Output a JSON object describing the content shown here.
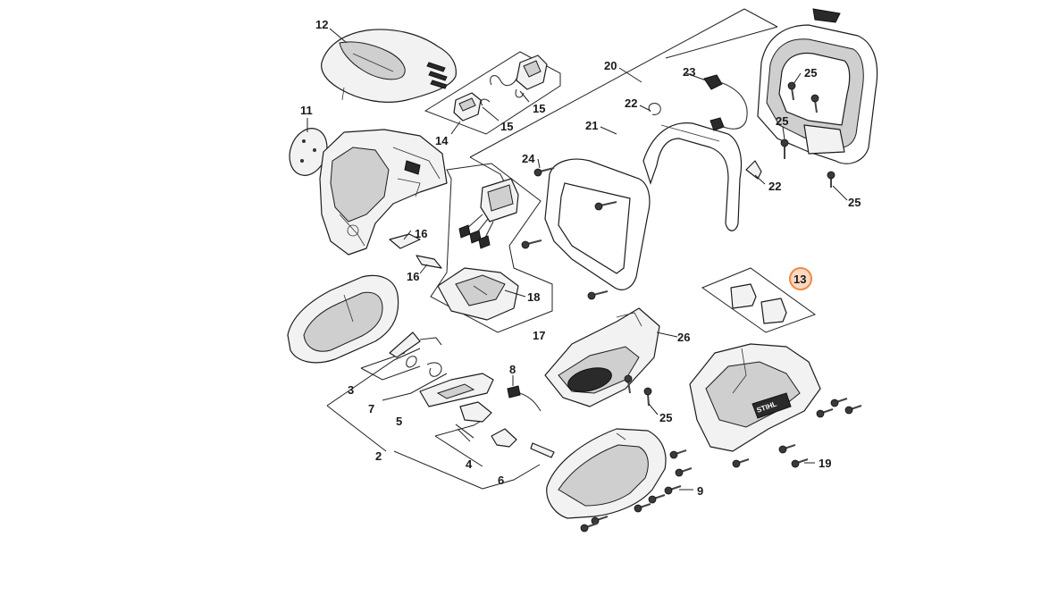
{
  "diagram": {
    "callouts": [
      {
        "id": "c12",
        "label": "12"
      },
      {
        "id": "c11",
        "label": "11"
      },
      {
        "id": "c14",
        "label": "14"
      },
      {
        "id": "c15a",
        "label": "15"
      },
      {
        "id": "c15b",
        "label": "15"
      },
      {
        "id": "c16a",
        "label": "16"
      },
      {
        "id": "c16b",
        "label": "16"
      },
      {
        "id": "c17",
        "label": "17"
      },
      {
        "id": "c18",
        "label": "18"
      },
      {
        "id": "c20",
        "label": "20"
      },
      {
        "id": "c21",
        "label": "21"
      },
      {
        "id": "c22a",
        "label": "22"
      },
      {
        "id": "c22b",
        "label": "22"
      },
      {
        "id": "c23",
        "label": "23"
      },
      {
        "id": "c24",
        "label": "24"
      },
      {
        "id": "c25a",
        "label": "25"
      },
      {
        "id": "c25b",
        "label": "25"
      },
      {
        "id": "c25c",
        "label": "25"
      },
      {
        "id": "c25d",
        "label": "25"
      },
      {
        "id": "c26",
        "label": "26"
      },
      {
        "id": "c13",
        "label": "13",
        "highlighted": true
      },
      {
        "id": "c8",
        "label": "8"
      },
      {
        "id": "c3",
        "label": "3"
      },
      {
        "id": "c7",
        "label": "7"
      },
      {
        "id": "c5",
        "label": "5"
      },
      {
        "id": "c2",
        "label": "2"
      },
      {
        "id": "c4",
        "label": "4"
      },
      {
        "id": "c6",
        "label": "6"
      },
      {
        "id": "c9",
        "label": "9"
      },
      {
        "id": "c19",
        "label": "19"
      }
    ],
    "brand_text": "STIHL",
    "colors": {
      "highlight_fill": "#fbd9c2",
      "highlight_stroke": "#ee8a45",
      "line": "#222222"
    }
  }
}
